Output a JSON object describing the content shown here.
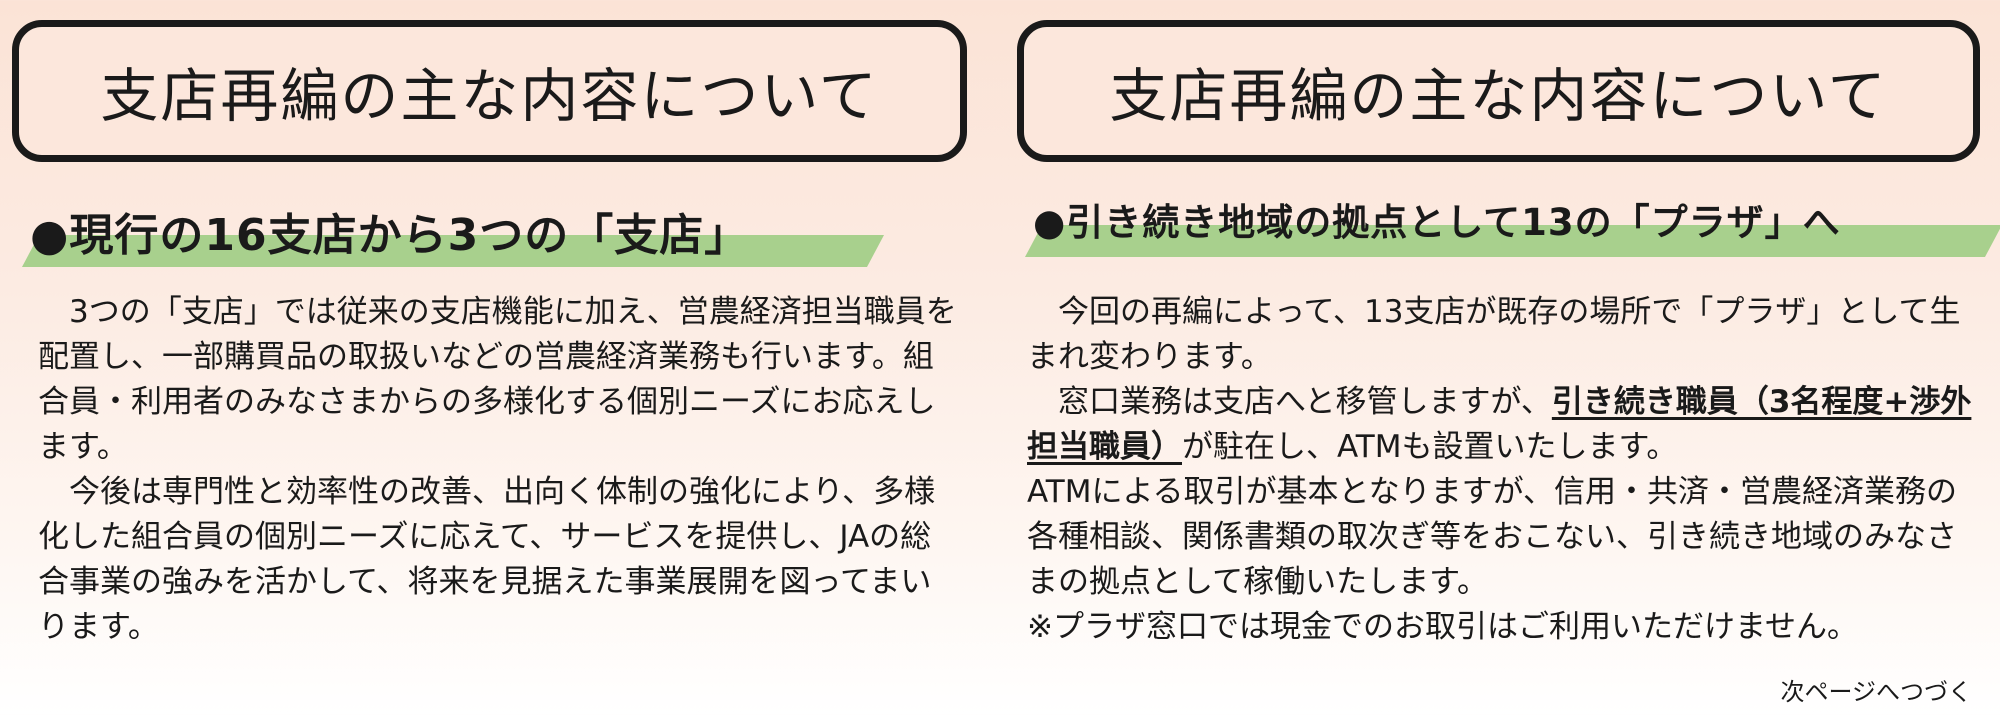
{
  "left": {
    "title": "支店再編の主な内容について",
    "subheading": "●現行の16支店から3つの「支店」",
    "paragraphs": [
      "3つの「支店」では従来の支店機能に加え、営農経済担当職員を配置し、一部購買品の取扱いなどの営農経済業務も行います。組合員・利用者のみなさまからの多様化する個別ニーズにお応えします。",
      "今後は専門性と効率性の改善、出向く体制の強化により、多様化した組合員の個別ニーズに応えて、サービスを提供し、JAの総合事業の強みを活かして、将来を見据えた事業展開を図ってまいります。"
    ]
  },
  "right": {
    "title": "支店再編の主な内容について",
    "subheading": "●引き続き地域の拠点として13の「プラザ」へ",
    "p1": "今回の再編によって、13支店が既存の場所で「プラザ」として生まれ変わります。",
    "p2_before": "窓口業務は支店へと移管しますが、",
    "p2_emph": "引き続き職員（3名程度+渉外担当職員）",
    "p2_after": "が駐在し、ATMも設置いたします。",
    "p3": "ATMによる取引が基本となりますが、信用・共済・営農経済業務の各種相談、関係書類の取次ぎ等をおこない、引き続き地域のみなさまの拠点として稼働いたします。",
    "p4": "※プラザ窓口では現金でのお取引はご利用いただけません。",
    "continue": "次ページへつづく"
  }
}
